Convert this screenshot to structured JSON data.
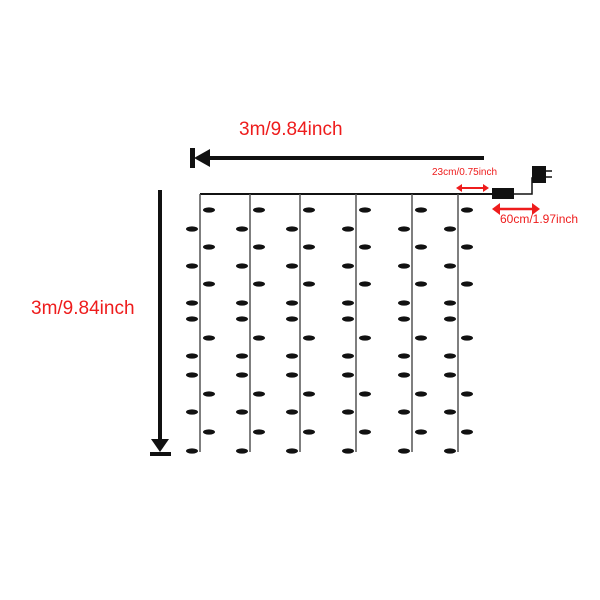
{
  "title": "Curtain light dimension diagram",
  "labels": {
    "width": "3m/9.84inch",
    "height": "3m/9.84inch",
    "bulb_spacing": "23cm/0.75inch",
    "lead_wire": "60cm/1.97inch"
  },
  "colors": {
    "annotation": "#ee1c1c",
    "line": "#111111",
    "strand": "#555555"
  },
  "strands": {
    "count": 6,
    "bulbs_right_side": 6,
    "bulbs_left_side": 8
  }
}
